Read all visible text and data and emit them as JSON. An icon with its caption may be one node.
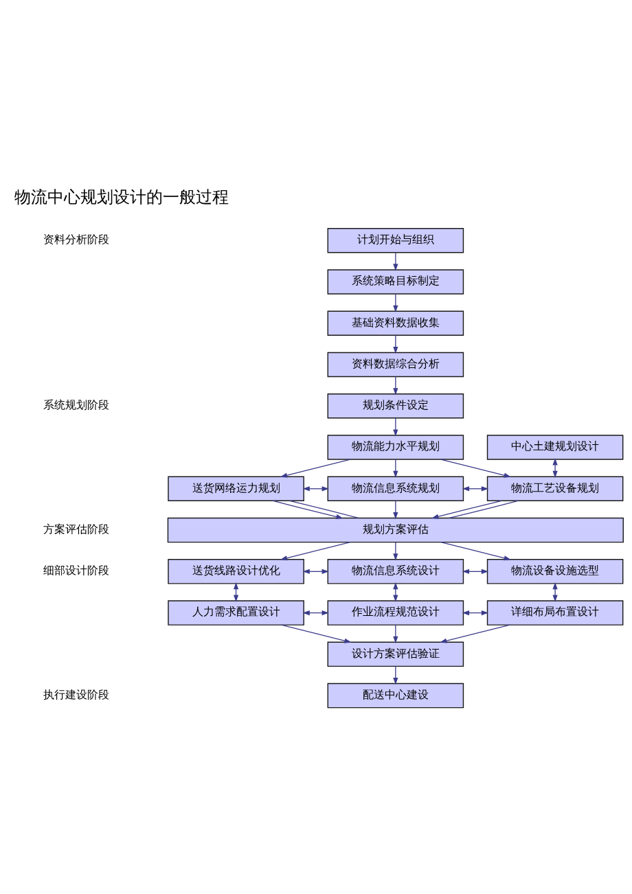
{
  "diagram": {
    "title": "物流中心规划设计的一般过程",
    "nodes": [
      {
        "text": [
          "计划开始与组织"
        ]
      },
      {
        "text": [
          "系统策略目标制定"
        ]
      },
      {
        "text": [
          "基础资料数据收集"
        ]
      },
      {
        "text": [
          "资料数据综合分析"
        ]
      },
      {
        "text": [
          "规划条件设定"
        ]
      },
      {
        "text": [
          "物流能力水平规划"
        ]
      },
      {
        "text": [
          "中心土建规划设计"
        ]
      },
      {
        "text": [
          "送货网络运力规划"
        ]
      },
      {
        "text": [
          "物流信息系统规划"
        ]
      },
      {
        "text": [
          "物流工艺设备规划"
        ]
      },
      {
        "text": [
          "规划方案评估"
        ]
      },
      {
        "text": [
          "送货线路设计优化"
        ]
      },
      {
        "text": [
          "物流信息系统设计"
        ]
      },
      {
        "text": [
          "物流设备设施选型"
        ]
      },
      {
        "text": [
          "人力需求配置设计"
        ]
      },
      {
        "text": [
          "作业流程规范设计"
        ]
      },
      {
        "text": [
          "详细布局布置设计"
        ]
      },
      {
        "text": [
          "设计方案评估验证"
        ]
      },
      {
        "text": [
          "配送中心建设"
        ]
      }
    ],
    "edges": [
      {
        "from": 0,
        "to": 1,
        "arrow": "to"
      },
      {
        "from": 1,
        "to": 2,
        "arrow": "to"
      },
      {
        "from": 2,
        "to": 3,
        "arrow": "to"
      },
      {
        "from": 3,
        "to": 4,
        "arrow": "to"
      },
      {
        "from": 4,
        "to": 5,
        "arrow": "to"
      },
      {
        "from": 5,
        "to": 7,
        "arrow": "to"
      },
      {
        "from": 5,
        "to": 8,
        "arrow": "to"
      },
      {
        "from": 5,
        "to": 9,
        "arrow": "to"
      },
      {
        "from": 6,
        "to": 9,
        "arrow": "both"
      },
      {
        "from": 7,
        "to": 8,
        "arrow": "both"
      },
      {
        "from": 8,
        "to": 9,
        "arrow": "both"
      },
      {
        "from": 7,
        "to": 10,
        "arrow": "to"
      },
      {
        "from": 8,
        "to": 10,
        "arrow": "to"
      },
      {
        "from": 9,
        "to": 10,
        "arrow": "to"
      },
      {
        "from": 7,
        "to": 10,
        "arrow": "none"
      },
      {
        "from": 9,
        "to": 10,
        "arrow": "none"
      },
      {
        "from": 10,
        "to": 11,
        "arrow": "to"
      },
      {
        "from": 10,
        "to": 12,
        "arrow": "to"
      },
      {
        "from": 10,
        "to": 13,
        "arrow": "to"
      },
      {
        "from": 11,
        "to": 12,
        "arrow": "both"
      },
      {
        "from": 12,
        "to": 13,
        "arrow": "both"
      },
      {
        "from": 11,
        "to": 14,
        "arrow": "both"
      },
      {
        "from": 12,
        "to": 15,
        "arrow": "both"
      },
      {
        "from": 13,
        "to": 16,
        "arrow": "both"
      },
      {
        "from": 14,
        "to": 15,
        "arrow": "both"
      },
      {
        "from": 15,
        "to": 16,
        "arrow": "both"
      },
      {
        "from": 14,
        "to": 17,
        "arrow": "to"
      },
      {
        "from": 15,
        "to": 17,
        "arrow": "to"
      },
      {
        "from": 16,
        "to": 17,
        "arrow": "to"
      },
      {
        "from": 17,
        "to": 18,
        "arrow": "to"
      }
    ],
    "labels": [
      "资料分析阶段",
      "系统规划阶段",
      "方案评估阶段",
      "细部设计阶段",
      "执行建设阶段"
    ]
  }
}
